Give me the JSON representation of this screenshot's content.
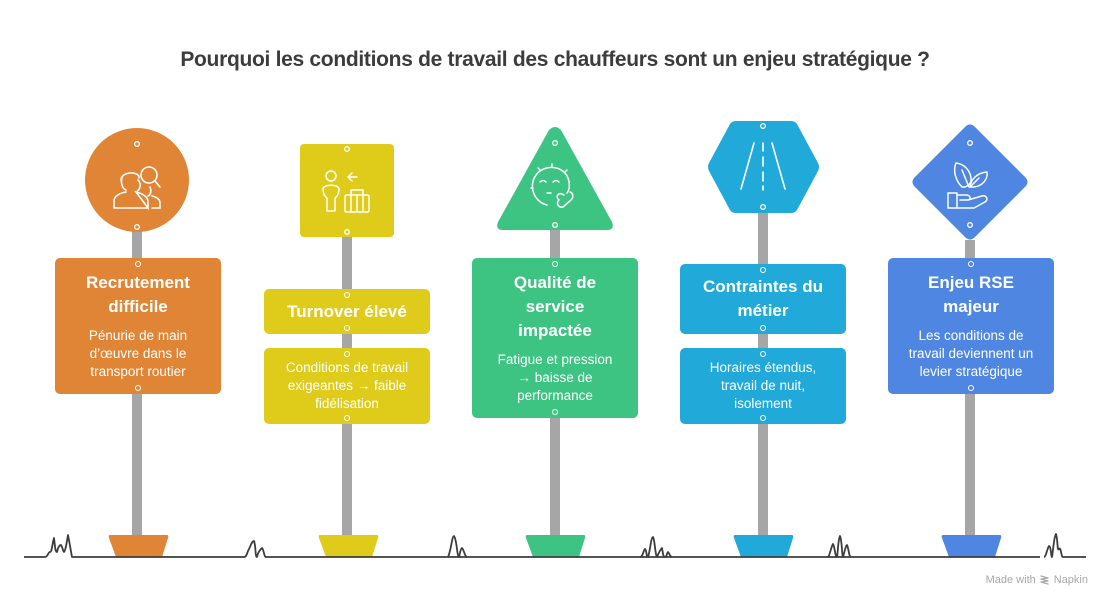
{
  "title": "Pourquoi les conditions de travail des chauffeurs sont un enjeu stratégique ?",
  "colors": {
    "orange": "#E08436",
    "yellow": "#DFCB1A",
    "green": "#3DC482",
    "cyan": "#21A9DA",
    "blue": "#4E86E2",
    "pole": "#A6A6A6",
    "ground": "#3d3d3d"
  },
  "signs": [
    {
      "id": "recrutement",
      "shape": "circle",
      "icon": "person-search-icon",
      "color": "#E08436",
      "title": "Recrutement difficile",
      "title_lines": [
        "Recrutement",
        "difficile"
      ],
      "description_lines": [
        "Pénurie de main",
        "d’œuvre dans le",
        "transport routier"
      ]
    },
    {
      "id": "turnover",
      "shape": "square",
      "icon": "person-leaving-luggage-icon",
      "color": "#DFCB1A",
      "title": "Turnover élevé",
      "title_lines": [
        "Turnover élevé"
      ],
      "description_lines": [
        "Conditions de travail",
        "exigeantes → faible",
        "fidélisation"
      ]
    },
    {
      "id": "qualite",
      "shape": "triangle",
      "icon": "tired-face-icon",
      "color": "#3DC482",
      "title": "Qualité de service impactée",
      "title_lines": [
        "Qualité de",
        "service",
        "impactée"
      ],
      "description_lines": [
        "Fatigue et pression",
        "→ baisse de",
        "performance"
      ]
    },
    {
      "id": "contraintes",
      "shape": "hexagon",
      "icon": "road-icon",
      "color": "#21A9DA",
      "title": "Contraintes du métier",
      "title_lines": [
        "Contraintes du",
        "métier"
      ],
      "description_lines": [
        "Horaires étendus,",
        "travail de nuit,",
        "isolement"
      ]
    },
    {
      "id": "rse",
      "shape": "diamond",
      "icon": "hand-plant-icon",
      "color": "#4E86E2",
      "title": "Enjeu RSE majeur",
      "title_lines": [
        "Enjeu RSE",
        "majeur"
      ],
      "description_lines": [
        "Les conditions de",
        "travail deviennent un",
        "levier stratégique"
      ]
    }
  ],
  "footer": {
    "made_with": "Made with",
    "brand": "Napkin"
  }
}
